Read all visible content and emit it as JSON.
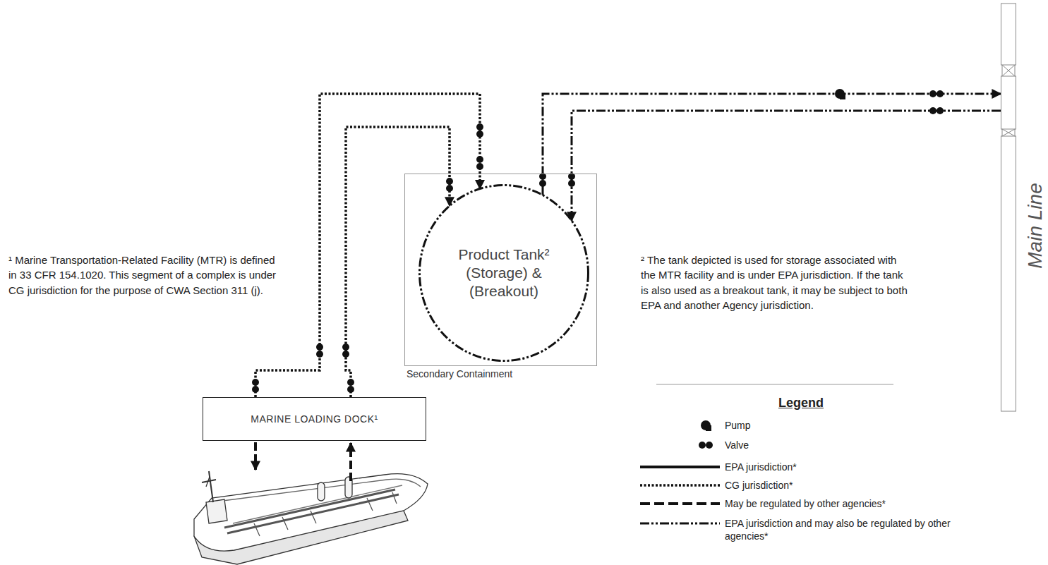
{
  "diagram": {
    "nodes": [
      {
        "text": [
          "Secondary Containment"
        ]
      },
      {
        "text": [
          "Product Tank² (Storage) & (Breakout)"
        ],
        "in": 0
      },
      {
        "text": [
          "MARINE LOADING DOCK¹"
        ]
      },
      {
        "text": [
          "Main Line"
        ]
      }
    ],
    "edges": [
      {
        "from": 2,
        "to": 1,
        "arrow": "to"
      },
      {
        "from": 2,
        "to": 1,
        "arrow": "to"
      },
      {
        "from": 1,
        "to": 3,
        "arrow": "to"
      },
      {
        "from": 3,
        "to": 1,
        "arrow": "to"
      }
    ],
    "labels": [
      "¹ Marine Transportation-Related Facility (MTR) is defined in 33 CFR 154.1020. This segment of a complex is under CG jurisdiction for the purpose of CWA Section 311 (j).",
      "² The tank depicted is used for storage associated with the MTR facility and is under EPA jurisdiction. If the tank is also used as a breakout tank, it may be subject to both EPA and another Agency jurisdiction.",
      "Legend"
    ],
    "legend": [
      {
        "text": "Pump"
      },
      {
        "text": "Valve"
      },
      {
        "text": "EPA jurisdiction*"
      },
      {
        "text": "CG jurisdiction*"
      },
      {
        "text": "May be regulated by other agencies*"
      },
      {
        "text": "EPA jurisdiction and may also be regulated by other agencies*"
      }
    ]
  }
}
